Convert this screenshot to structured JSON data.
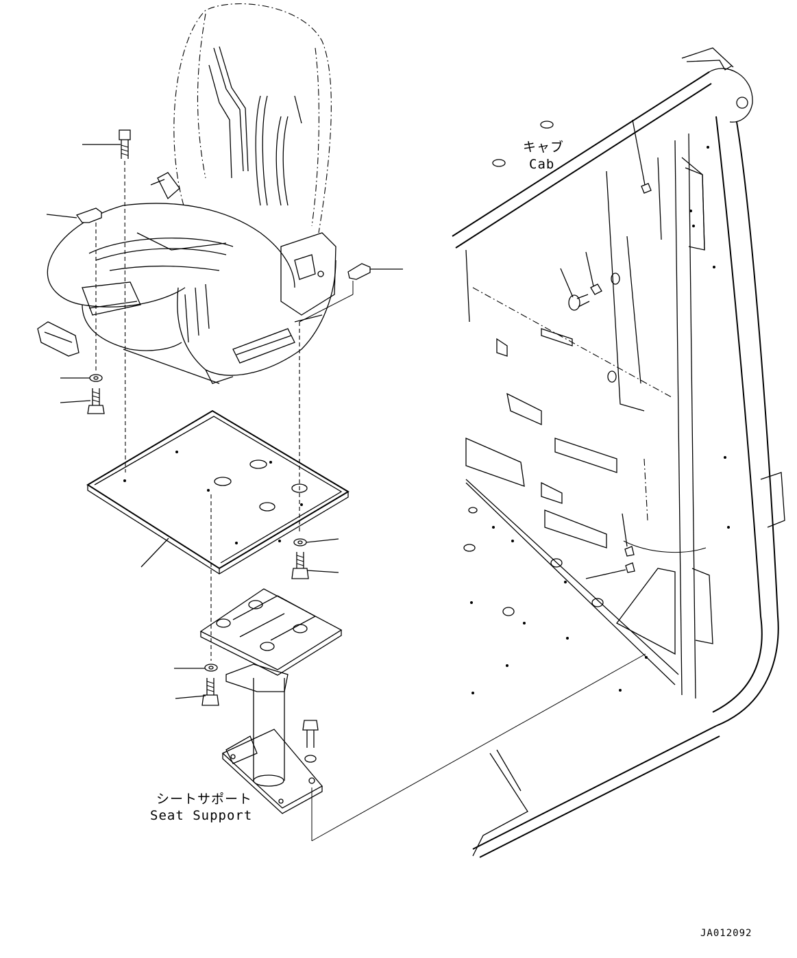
{
  "labels": {
    "cab_jp": "キャブ",
    "cab_en": "Cab",
    "seat_support_jp": "シートサポート",
    "seat_support_en": "Seat Support",
    "drawing_code": "JA012092"
  }
}
